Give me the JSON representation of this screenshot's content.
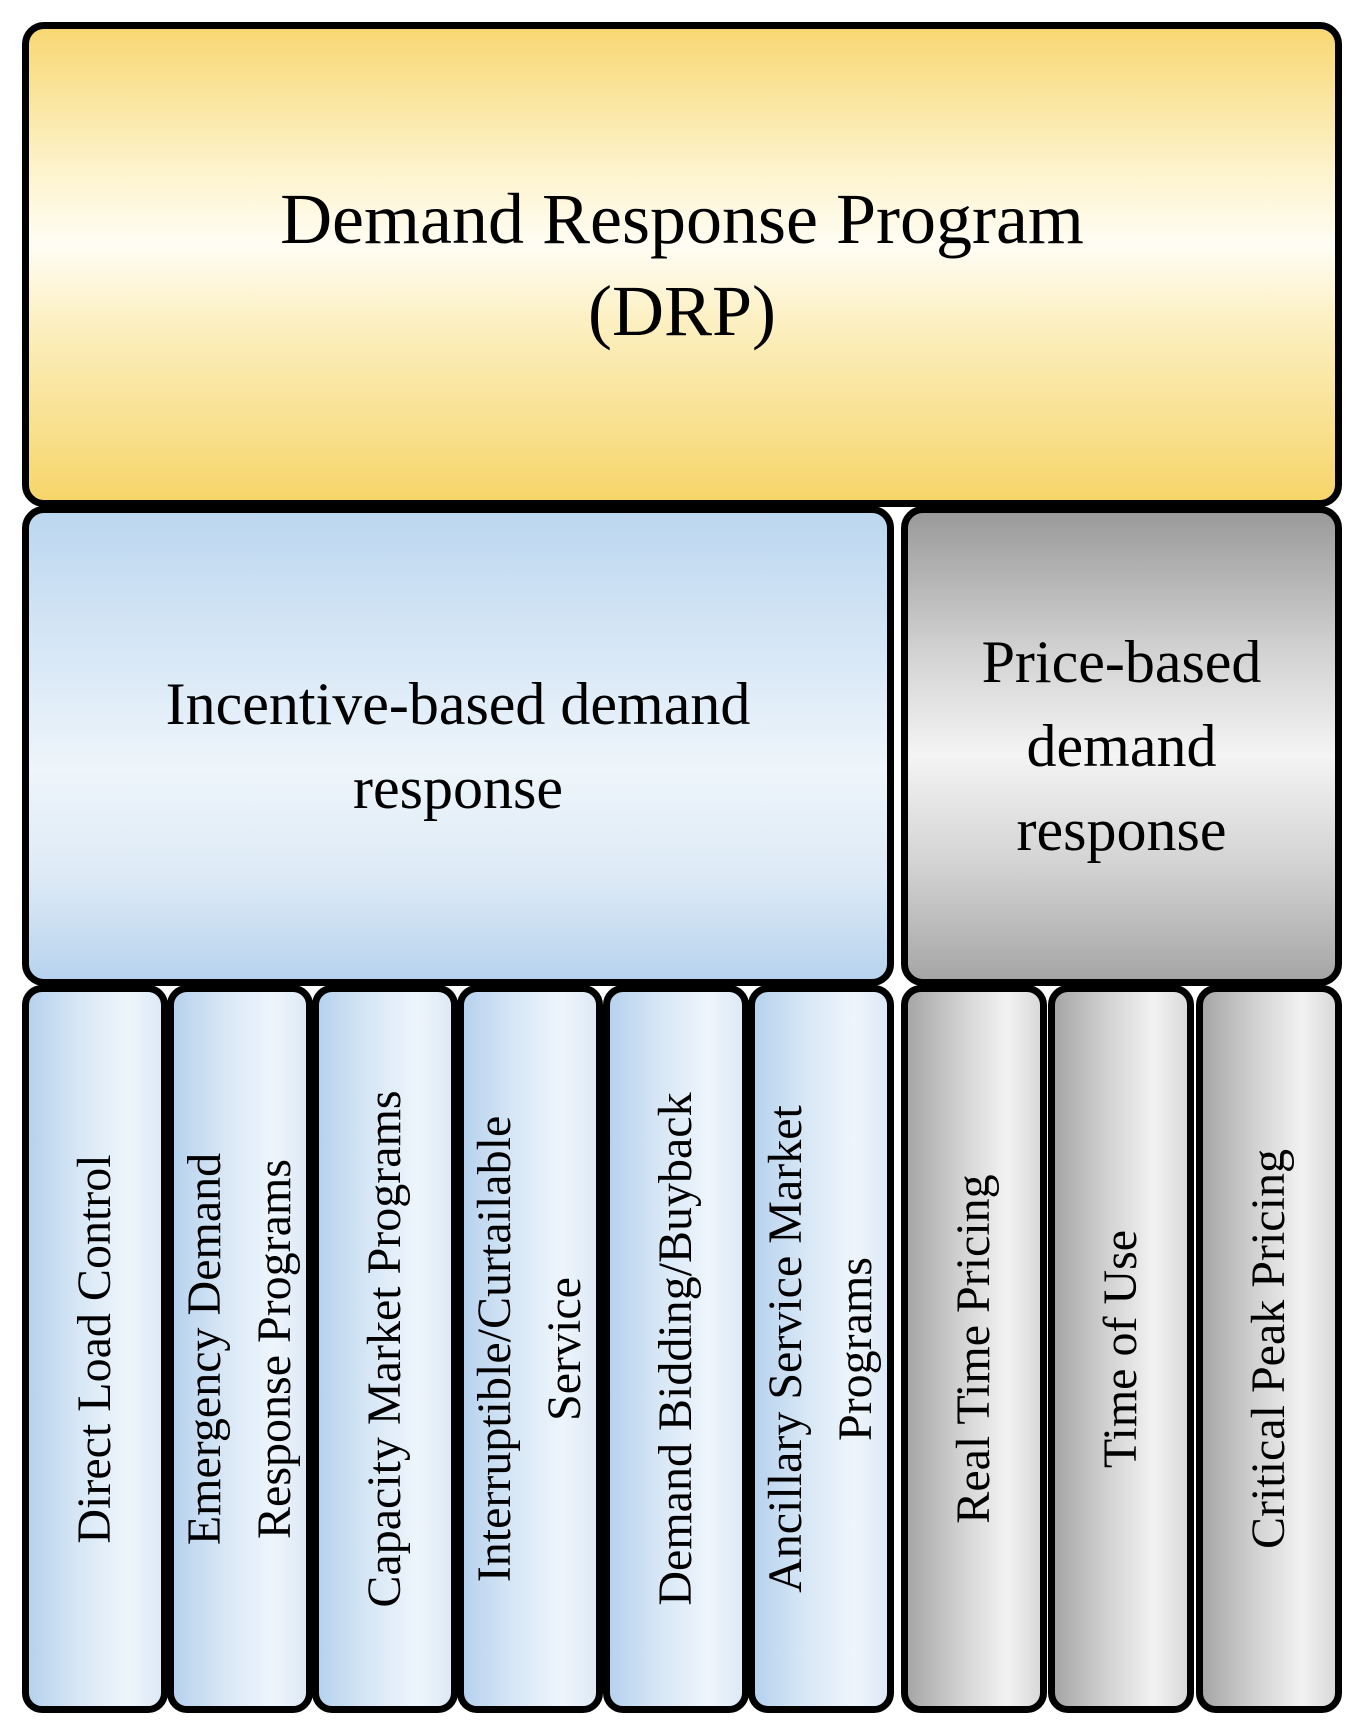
{
  "diagram": {
    "root": {
      "line1": "Demand Response Program",
      "line2": "(DRP)"
    },
    "incentive": {
      "line1": "Incentive-based demand",
      "line2": "response"
    },
    "price": {
      "line1": "Price-based",
      "line2": "demand",
      "line3": "response"
    },
    "incentive_programs": [
      {
        "line1": "Direct Load Control",
        "line2": ""
      },
      {
        "line1": "Emergency Demand",
        "line2": "Response Programs"
      },
      {
        "line1": "Capacity Market Programs",
        "line2": ""
      },
      {
        "line1": "Interruptible/Curtailable",
        "line2": "Service"
      },
      {
        "line1": "Demand Bidding/Buyback",
        "line2": ""
      },
      {
        "line1": "Ancillary Service Market",
        "line2": "Programs"
      }
    ],
    "price_programs": [
      {
        "line1": "Real Time Pricing"
      },
      {
        "line1": "Time of Use"
      },
      {
        "line1": "Critical Peak Pricing"
      }
    ]
  },
  "colors": {
    "root_fill": "#f8d873",
    "incentive_fill": "#bcd7f0",
    "price_fill": "#bdbdbd",
    "border": "#000000"
  }
}
